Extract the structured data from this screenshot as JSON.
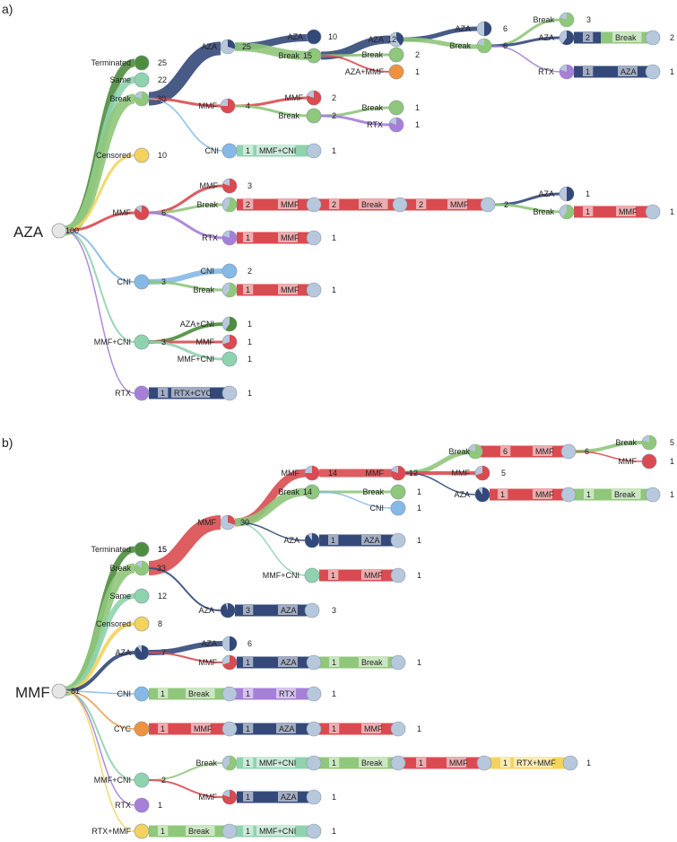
{
  "palette": {
    "AZA": "#34497a",
    "MMF": "#d94b50",
    "Break": "#8fc77b",
    "Terminated": "#4f8d3e",
    "Same": "#8fd3ae",
    "Censored": "#f3d35e",
    "CNI": "#86b9e6",
    "MMF+CNI": "#8fd3ae",
    "RTX": "#a57fd8",
    "AZA+MMF": "#f0923d",
    "AZA+CNI": "#4f8d3e",
    "RTX+CYC": "#34497a",
    "CYC": "#f0923d",
    "RTX+MMF": "#f3d35e",
    "root": "#e6e6e6",
    "end": "#b7c7dc"
  },
  "panels": [
    {
      "panel_label": "a)",
      "root_label": "AZA",
      "root_count": "100",
      "tree": [
        {
          "label": "Terminated",
          "count": "25"
        },
        {
          "label": "Same",
          "count": "22"
        },
        {
          "label": "Break",
          "count": "30",
          "children": [
            {
              "label": "AZA",
              "count": "25",
              "children": [
                {
                  "label": "AZA",
                  "count": "10"
                },
                {
                  "label": "Break",
                  "count": "15",
                  "children": [
                    {
                      "label": "AZA",
                      "count": "12",
                      "children": [
                        {
                          "label": "AZA",
                          "count": "6"
                        },
                        {
                          "label": "Break",
                          "count": "6",
                          "children": [
                            {
                              "label": "Break",
                              "count": "3"
                            },
                            {
                              "label": "AZA",
                              "count": "2",
                              "seq": [
                                "Break"
                              ]
                            }
                          ]
                        }
                      ]
                    },
                    {
                      "label": "Break",
                      "count": "2"
                    },
                    {
                      "label": "AZA+MMF",
                      "count": "1"
                    }
                  ]
                }
              ]
            },
            {
              "label": "MMF",
              "count": "4",
              "children": [
                {
                  "label": "MMF",
                  "count": "2"
                },
                {
                  "label": "Break",
                  "count": "2",
                  "children": [
                    {
                      "label": "Break",
                      "count": "1"
                    },
                    {
                      "label": "RTX",
                      "count": "1"
                    }
                  ]
                }
              ]
            },
            {
              "label": "CNI",
              "count": "1",
              "seq": [
                "MMF+CNI"
              ]
            }
          ]
        },
        {
          "label": "Censored",
          "count": "10"
        },
        {
          "label": "MMF",
          "count": "6",
          "children": [
            {
              "label": "MMF",
              "count": "3"
            },
            {
              "label": "Break",
              "count": "2",
              "seq": [
                "MMF",
                "Break",
                "MMF"
              ],
              "children": [
                {
                  "label": "AZA",
                  "count": "1"
                },
                {
                  "label": "Break",
                  "count": "1",
                  "seq": [
                    "MMF"
                  ]
                }
              ]
            },
            {
              "label": "RTX",
              "count": "1",
              "seq": [
                "MMF"
              ]
            }
          ]
        },
        {
          "label": "CNI",
          "count": "3",
          "children": [
            {
              "label": "CNI",
              "count": "2"
            },
            {
              "label": "Break",
              "count": "1",
              "seq": [
                "MMF"
              ]
            }
          ]
        },
        {
          "label": "MMF+CNI",
          "count": "3",
          "children": [
            {
              "label": "AZA+CNI",
              "count": "1"
            },
            {
              "label": "MMF",
              "count": "1"
            },
            {
              "label": "MMF+CNI",
              "count": "1"
            }
          ]
        },
        {
          "label": "RTX",
          "count": "1",
          "seq": [
            "RTX+CYC"
          ]
        }
      ],
      "extra_rtx_from_break_aza_break": {
        "label": "RTX",
        "count": "1",
        "seq": [
          "AZA"
        ]
      }
    },
    {
      "panel_label": "b)",
      "root_label": "MMF",
      "root_count": "81",
      "tree": [
        {
          "label": "Terminated",
          "count": "15"
        },
        {
          "label": "Break",
          "count": "33",
          "children": [
            {
              "label": "MMF",
              "count": "30",
              "children": [
                {
                  "label": "MMF",
                  "count": "14",
                  "children": [
                    {
                      "label": "MMF",
                      "count": "12",
                      "children": [
                        {
                          "label": "Break",
                          "count": "6",
                          "seq": [
                            "MMF"
                          ],
                          "children": [
                            {
                              "label": "Break",
                              "count": "5"
                            },
                            {
                              "label": "MMF",
                              "count": "1"
                            }
                          ]
                        },
                        {
                          "label": "MMF",
                          "count": "5"
                        },
                        {
                          "label": "AZA",
                          "count": "1",
                          "seq": [
                            "MMF",
                            "Break"
                          ]
                        }
                      ]
                    }
                  ]
                },
                {
                  "label": "Break",
                  "count": "14",
                  "children": [
                    {
                      "label": "Break",
                      "count": "1"
                    },
                    {
                      "label": "CNI",
                      "count": "1"
                    }
                  ]
                },
                {
                  "label": "AZA",
                  "count": "1",
                  "seq": [
                    "AZA"
                  ]
                },
                {
                  "label": "MMF+CNI",
                  "count": "1",
                  "seq": [
                    "MMF"
                  ]
                }
              ]
            },
            {
              "label": "AZA",
              "count": "3",
              "seq": [
                "AZA"
              ]
            }
          ]
        },
        {
          "label": "Same",
          "count": "12"
        },
        {
          "label": "Censored",
          "count": "8"
        },
        {
          "label": "AZA",
          "count": "7",
          "children": [
            {
              "label": "AZA",
              "count": "6"
            },
            {
              "label": "MMF",
              "count": "1",
              "seq": [
                "AZA",
                "Break"
              ]
            }
          ]
        },
        {
          "label": "CNI",
          "count": "1",
          "seq": [
            "Break",
            "RTX"
          ]
        },
        {
          "label": "CYC",
          "count": "1",
          "seq": [
            "MMF",
            "AZA",
            "MMF"
          ]
        },
        {
          "label": "MMF+CNI",
          "count": "2",
          "children": [
            {
              "label": "Break",
              "count": "1",
              "seq": [
                "MMF+CNI",
                "Break",
                "MMF",
                "RTX+MMF"
              ]
            },
            {
              "label": "MMF",
              "count": "1",
              "seq": [
                "AZA"
              ]
            }
          ]
        },
        {
          "label": "RTX",
          "count": "1"
        },
        {
          "label": "RTX+MMF",
          "count": "1",
          "seq": [
            "Break",
            "MMF+CNI"
          ]
        }
      ]
    }
  ]
}
